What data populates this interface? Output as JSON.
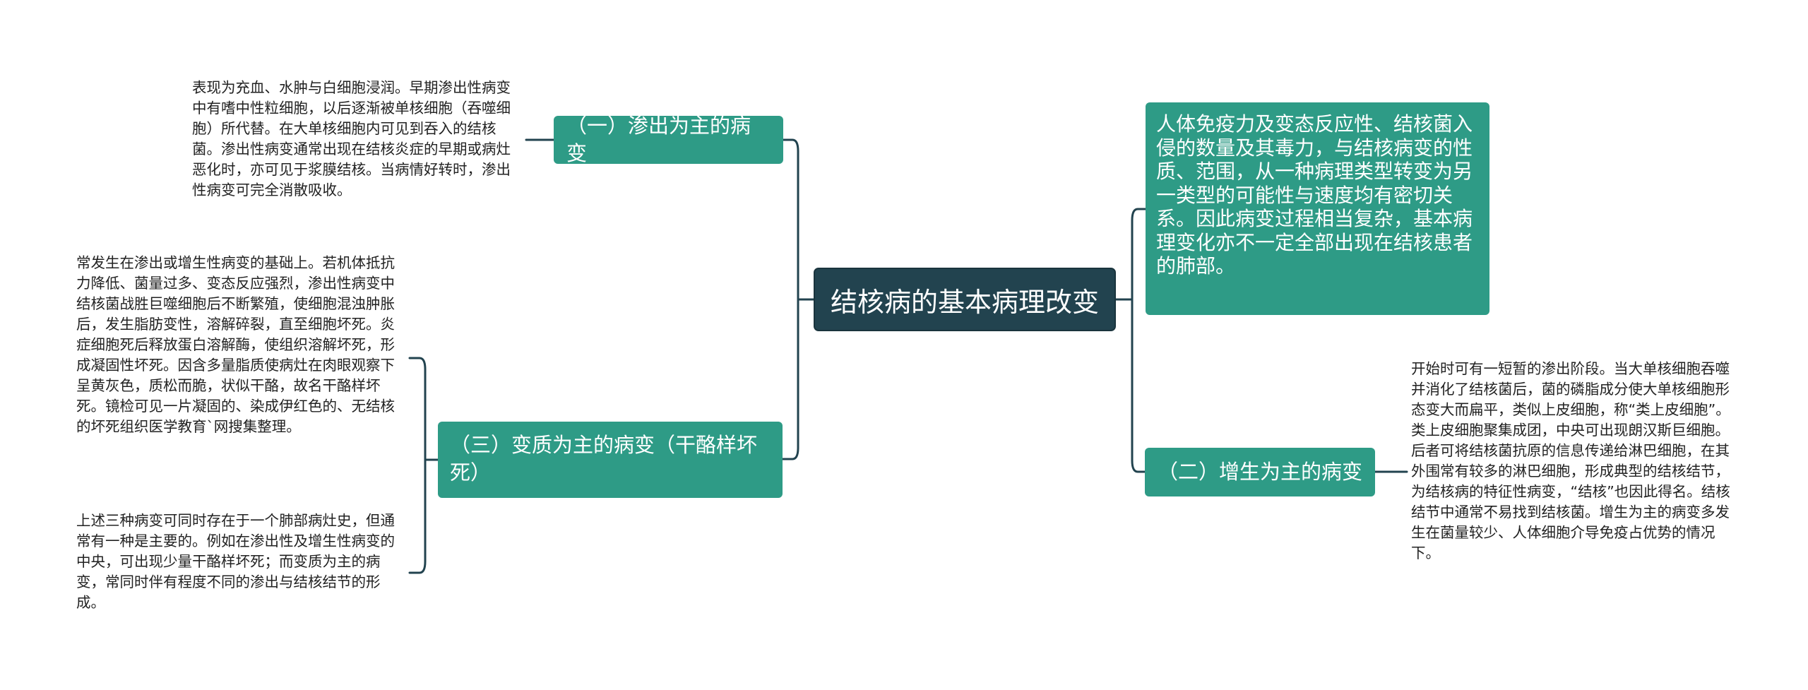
{
  "root": {
    "title": "结核病的基本病理改变"
  },
  "branches": {
    "right_top": {
      "label": "人体免疫力及变态反应性、结核菌入侵的数量及其毒力，与结核病变的性质、范围，从一种病理类型转变为另一类型的可能性与速度均有密切关系。因此病变过程相当复杂，基本病理变化亦不一定全部出现在结核患者的肺部。"
    },
    "left_top": {
      "label": "（一）渗出为主的病变",
      "note": "表现为充血、水肿与白细胞浸润。早期渗出性病变中有嗜中性粒细胞，以后逐渐被单核细胞（吞噬细胞）所代替。在大单核细胞内可见到吞入的结核菌。渗出性病变通常出现在结核炎症的早期或病灶恶化时，亦可见于浆膜结核。当病情好转时，渗出性病变可完全消散吸收。"
    },
    "right_bottom": {
      "label": "（二）增生为主的病变",
      "note": "开始时可有一短暂的渗出阶段。当大单核细胞吞噬并消化了结核菌后，菌的磷脂成分使大单核细胞形态变大而扁平，类似上皮细胞，称“类上皮细胞”。类上皮细胞聚集成团，中央可出现朗汉斯巨细胞。后者可将结核菌抗原的信息传递给淋巴细胞，在其外围常有较多的淋巴细胞，形成典型的结核结节，为结核病的特征性病变，“结核”也因此得名。结核结节中通常不易找到结核菌。增生为主的病变多发生在菌量较少、人体细胞介导免疫占优势的情况下。"
    },
    "left_bottom": {
      "label": "（三）变质为主的病变（干酪样坏死）",
      "note_a": "常发生在渗出或增生性病变的基础上。若机体抵抗力降低、菌量过多、变态反应强烈，渗出性病变中结核菌战胜巨噬细胞后不断繁殖，使细胞混浊肿胀后，发生脂肪变性，溶解碎裂，直至细胞坏死。炎症细胞死后释放蛋白溶解酶，使组织溶解坏死，形成凝固性坏死。因含多量脂质使病灶在肉眼观察下呈黄灰色，质松而脆，状似干酪，故名干酪样坏死。镜检可见一片凝固的、染成伊红色的、无结核的坏死组织医学教育`网搜集整理。",
      "note_b": "上述三种病变可同时存在于一个肺部病灶史，但通常有一种是主要的。例如在渗出性及增生性病变的中央，可出现少量干酪样坏死；而变质为主的病变，常同时伴有程度不同的渗出与结核结节的形成。"
    }
  },
  "colors": {
    "root_fill": "#22434f",
    "branch_fill": "#2e9b86",
    "connector": "#22434f",
    "leaf_text": "#222222"
  }
}
